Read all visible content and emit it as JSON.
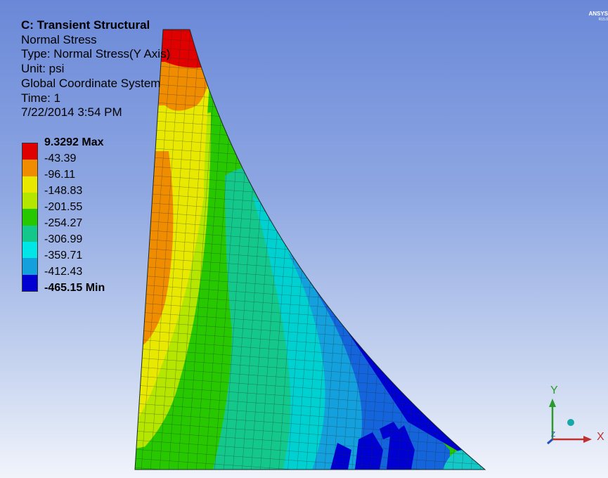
{
  "header": {
    "title": "C: Transient Structural",
    "result_name": "Normal Stress",
    "type": "Type: Normal Stress(Y Axis)",
    "unit": "Unit: psi",
    "coordinate_system": "Global Coordinate System",
    "time": "Time: 1",
    "timestamp": "7/22/2014 3:54 PM"
  },
  "legend": {
    "labels": [
      "9.3292 Max",
      "-43.39",
      "-96.11",
      "-148.83",
      "-201.55",
      "-254.27",
      "-306.99",
      "-359.71",
      "-412.43",
      "-465.15 Min"
    ],
    "colors": [
      "#e00000",
      "#f08c00",
      "#e8e800",
      "#b4e600",
      "#28c800",
      "#14c88c",
      "#00e6e6",
      "#14a0dc",
      "#1464dc",
      "#0000d2"
    ]
  },
  "logo": {
    "text": "ANSYS",
    "version": "R15.0"
  },
  "triad": {
    "y_label": "Y",
    "x_label": "X",
    "z_label": "Z"
  }
}
